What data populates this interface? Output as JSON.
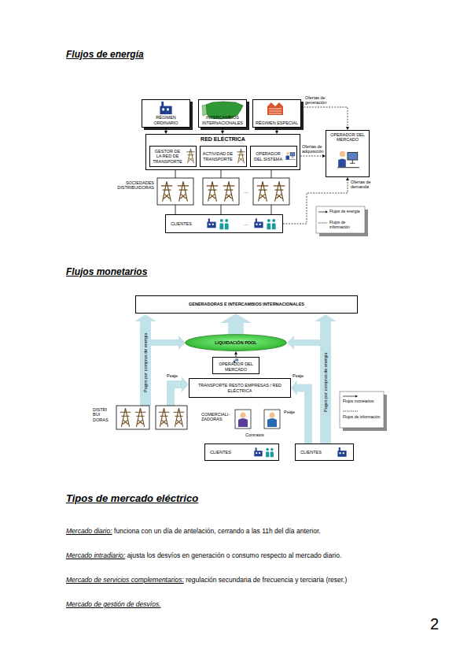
{
  "diagram": {
    "nodes": [
      {
        "text": [
          "RÉGIMEN ORDINARIO"
        ]
      },
      {
        "text": [
          "INTERCAMBIOS INTERNACIONALES"
        ]
      },
      {
        "text": [
          "RÉGIMEN ESPECIAL"
        ]
      },
      {
        "text": [
          "RED ELÉCTRICA"
        ]
      },
      {
        "text": [
          "GESTOR DE LA RED DE TRANSPORTE"
        ],
        "in": 3
      },
      {
        "text": [
          "ACTIVIDAD DE TRANSPORTE"
        ],
        "in": 3
      },
      {
        "text": [
          "OPERADOR DEL SISTEMA"
        ],
        "in": 3
      },
      {
        "text": [
          "OPERADOR DEL MERCADO"
        ]
      },
      {
        "text": [
          "CLIENTES",
          "...."
        ]
      },
      {
        "text": [
          "GENERADORAS E INTERCAMBIOS INTERNACIONALES"
        ]
      },
      {
        "text": [
          "LIQUIDACIÓN POOL"
        ]
      },
      {
        "text": [
          "OPERADOR DEL MERCADO"
        ]
      },
      {
        "text": [
          "TRANSPORTE RESTO EMPRESAS / RED ELÉCTRICA"
        ]
      },
      {
        "text": [
          "CLIENTES"
        ]
      },
      {
        "text": [
          "CLIENTES"
        ]
      }
    ],
    "edges": [
      {
        "from": 0,
        "to": 3,
        "arrow": "to"
      },
      {
        "from": 1,
        "to": 3,
        "arrow": "to"
      },
      {
        "from": 2,
        "to": 3,
        "arrow": "to"
      },
      {
        "from": 2,
        "to": 7,
        "label": "Ofertas de generación",
        "arrow": "to"
      },
      {
        "from": 3,
        "to": 7,
        "label": "Ofertas de adquisición",
        "arrow": "to"
      },
      {
        "from": 8,
        "to": 7,
        "label": "Ofertas de demanda",
        "arrow": "to"
      },
      {
        "from": 10,
        "to": 9,
        "arrow": "to"
      },
      {
        "from": 11,
        "to": 10,
        "arrow": "to"
      },
      {
        "from": 14,
        "to": 12,
        "label": "Peaje",
        "arrow": "to"
      }
    ],
    "labels": [
      "Flujos de energía",
      "SOCIEDADES DISTRIBUIDORAS",
      "....",
      "Flujos monetarios",
      "DISTRI BUI DORAS",
      "Pagos por compras de energía",
      "Pagos por compras de energía",
      "Peaje",
      "Peaje",
      "COMERCIALI- ZADORAS",
      "Contratos",
      "Tipos de mercado eléctrico",
      "Mercado diario:",
      "funciona con un día de antelación, cerrando a las 11h del día anterior.",
      "Mercado intradiario:",
      "ajusta los desvíos en generación o consumo respecto al mercado diario.",
      "Mercado de servicios complementarios:",
      "regulación secundaria de frecuencia y terciaria (reser.)",
      "Mercado de gestión de desvíos.",
      "2"
    ],
    "legend": [
      {
        "text": "Flujos de energía"
      },
      {
        "text": "Flujos de información"
      },
      {
        "text": "Flujos monetarios"
      },
      {
        "text": "Flujos de información"
      }
    ]
  }
}
